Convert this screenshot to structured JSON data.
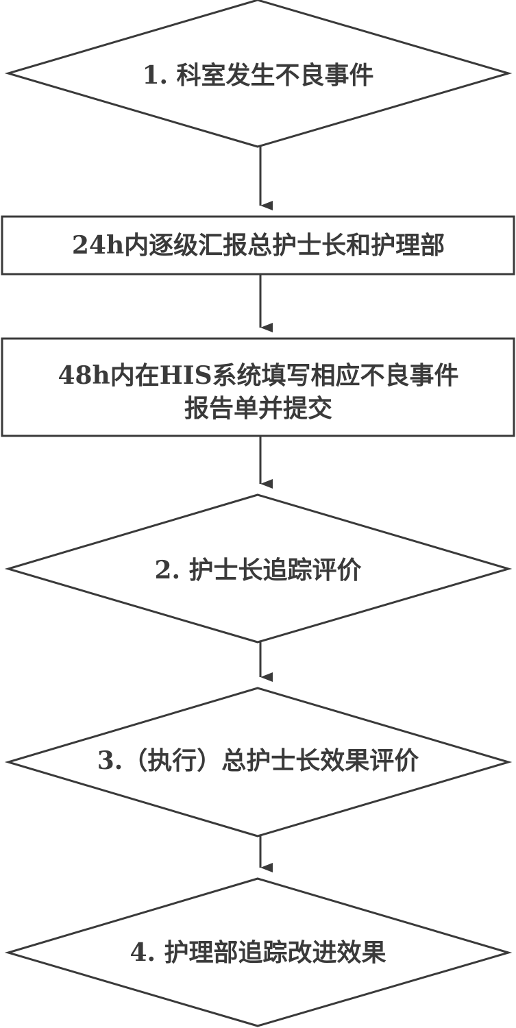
{
  "flow": {
    "step1": "1. 科室发生不良事件",
    "step2": "24h内逐级汇报总护士长和护理部",
    "step3_line1": "48h内在HIS系统填写相应不良事件",
    "step3_line2": "报告单并提交",
    "step4": "2. 护士长追踪评价",
    "step5": "3.（执行）总护士长效果评价",
    "step6": "4. 护理部追踪改进效果"
  },
  "colors": {
    "stroke": "#3a3a3a",
    "text": "#3a3a3a",
    "background": "#ffffff"
  }
}
